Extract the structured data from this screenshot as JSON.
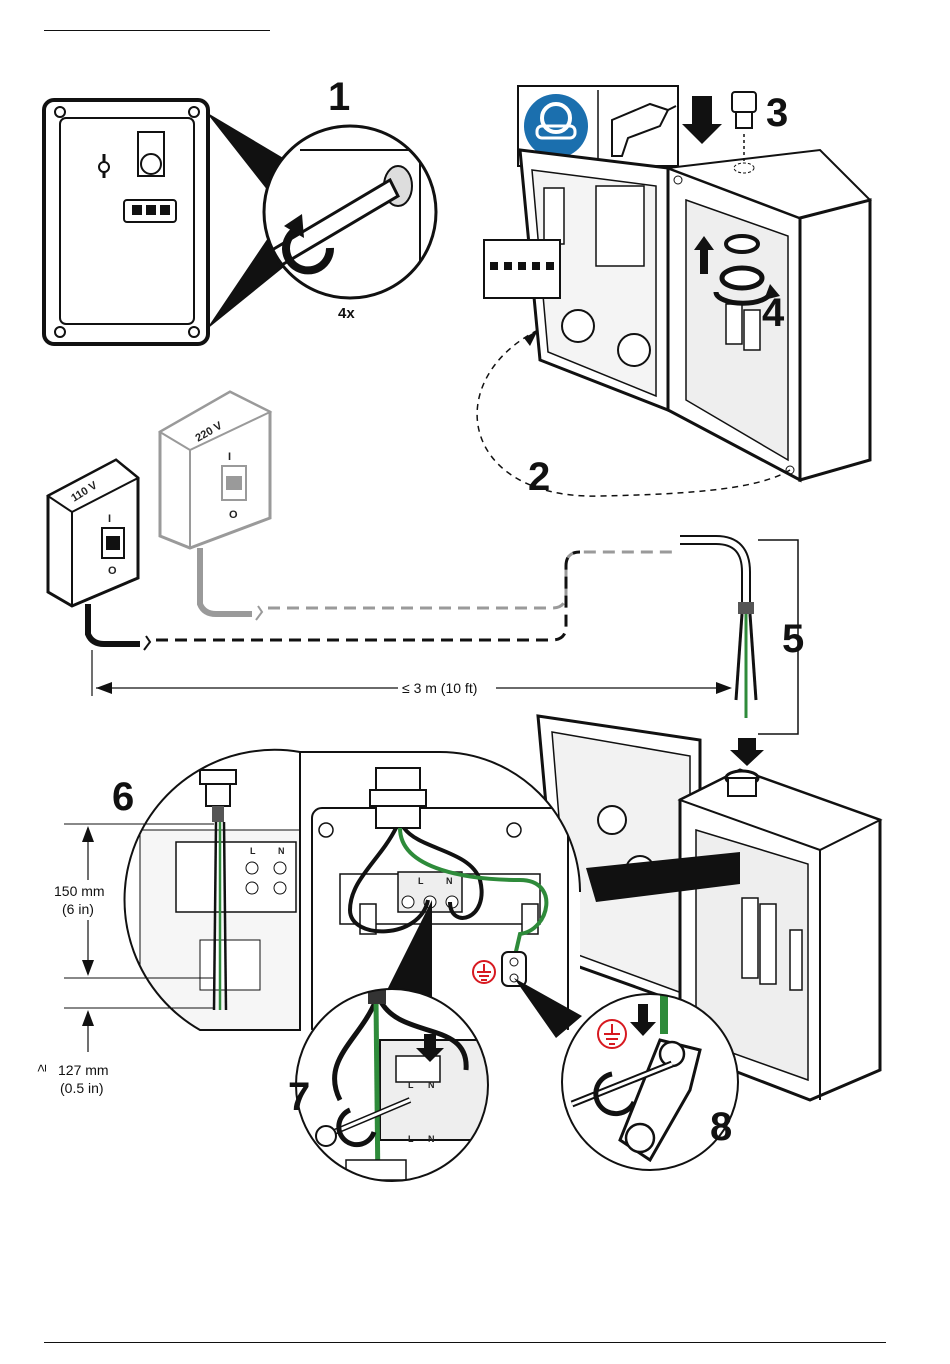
{
  "steps": [
    "1",
    "2",
    "3",
    "4",
    "5",
    "6",
    "7",
    "8"
  ],
  "labels": {
    "screws_count": "4x",
    "voltage_110": "110 V",
    "voltage_220": "220 V",
    "switch_on": "I",
    "switch_off": "O",
    "max_distance": "≤ 3 m (10 ft)",
    "strip_length": "150 mm",
    "strip_length_in": "(6 in)",
    "min_length_symbol": "≥",
    "min_length": "127 mm",
    "min_length_in": "(0.5 in)",
    "terminal_l": "L",
    "terminal_n": "N"
  },
  "icons": [
    "eye-protection-icon",
    "drill-icon",
    "ground-symbol-icon"
  ],
  "colors": {
    "ink": "#111111",
    "wire_green": "#2e8b3a",
    "ground_red": "#d71920",
    "safety_blue": "#1b6fae",
    "gray_outlet": "#9a9a9a"
  }
}
